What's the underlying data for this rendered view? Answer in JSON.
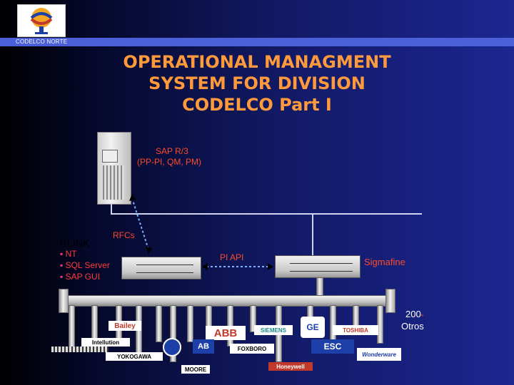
{
  "header": {
    "company_label": "CODELCO NORTE",
    "title_lines": [
      "OPERATIONAL MANAGMENT",
      "SYSTEM FOR DIVISION",
      "CODELCO  Part I"
    ]
  },
  "diagram": {
    "sap": {
      "line1": "SAP R/3",
      "line2": "(PP-PI, QM, PM)"
    },
    "rlink": "RLINK",
    "rfcs": "RFCs",
    "rlink_items": [
      "NT",
      "SQL Server",
      "SAP GUI"
    ],
    "pi_api": "PI API",
    "sigmafine": "Sigmafine",
    "others_count": "200",
    "others_label": "Otros"
  },
  "vendors": [
    "Bailey",
    "ABB",
    "SIEMENS",
    "GE",
    "TOSHIBA",
    "Intellution",
    "AB",
    "FOXBORO",
    "ESC",
    "Wonderware",
    "YOKOGAWA",
    "MOORE",
    "Honeywell"
  ],
  "colors": {
    "title": "#ff9a3c",
    "accent_text": "#ff4a2a",
    "background": "#121a66",
    "band": "#4a5fd8"
  }
}
